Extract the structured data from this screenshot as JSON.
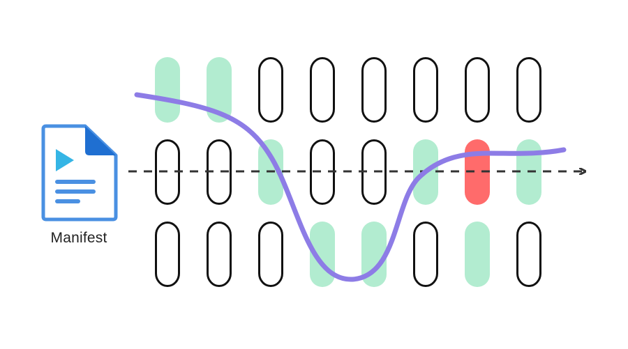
{
  "manifest": {
    "label": "Manifest",
    "icon": "manifest-document-play-icon"
  },
  "colors": {
    "segment_outline": "#111111",
    "segment_selected": "#b2ecd0",
    "segment_failed": "#ff6b6b",
    "bitrate_path": "#8d7ce6",
    "timeline_arrow": "#333333",
    "doc_blue": "#4a90e2",
    "doc_fold": "#1f6fd1",
    "doc_play": "#35b5e5"
  },
  "grid": {
    "rows": 3,
    "columns": 8,
    "cells": [
      [
        "selected",
        "selected",
        "empty",
        "empty",
        "empty",
        "empty",
        "empty",
        "empty"
      ],
      [
        "empty",
        "empty",
        "selected",
        "empty",
        "empty",
        "selected",
        "failed",
        "selected"
      ],
      [
        "empty",
        "empty",
        "empty",
        "selected",
        "selected",
        "empty",
        "selected",
        "empty"
      ]
    ]
  }
}
